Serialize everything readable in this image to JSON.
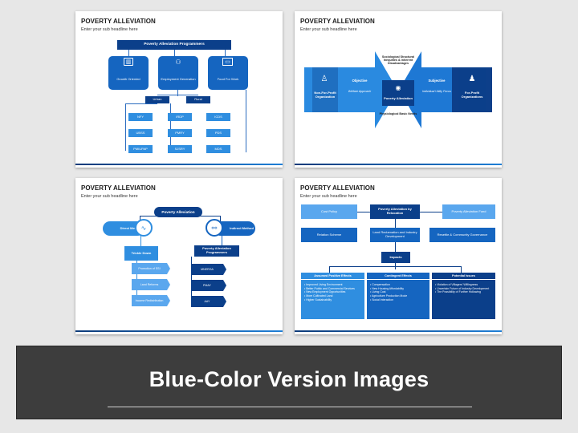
{
  "slides": [
    {
      "title": "POVERTY ALLEVIATION",
      "subtitle": "Enter your sub headline here",
      "top": "Poverty Alleviation Programmers",
      "cats": [
        "Growth Oriented",
        "Employment Generation",
        "Food For Work"
      ],
      "urban": "Urban",
      "rural": "Rural",
      "col1": [
        "NFY",
        "UBSS",
        "PMIUPAP"
      ],
      "col2": [
        "IRDP",
        "PMRY",
        "SJSRY"
      ],
      "col3": [
        "ICDS",
        "PDS",
        "MDS"
      ]
    },
    {
      "title": "POVERTY ALLEVIATION",
      "subtitle": "Enter your sub headline here",
      "sociological": "Sociological Structural Inequities & Inherent Disadvantages",
      "left_org": "Non-For-Profit Organization",
      "objective": "Objective",
      "objective_sub": "Welfare Approach",
      "center": "Poverty Alleviation",
      "subjective": "Subjective",
      "subjective_sub": "Individual Utility Focus",
      "right_org": "For-Profit Organizations",
      "physiological": "Physiological Basic Needs"
    },
    {
      "title": "POVERTY ALLEVIATION",
      "subtitle": "Enter your sub headline here",
      "center": "Poverty Alleviation",
      "direct": "Direct Method",
      "indirect": "Indirect Method",
      "trickle": "Trickle Down",
      "left_items": [
        "Promotion of SSI",
        "Land Reforms",
        "Income Redistribution"
      ],
      "programmers": "Poverty Alleviation Programmers",
      "right_items": [
        "MNERGA",
        "PMAY",
        "AAY"
      ]
    },
    {
      "title": "POVERTY ALLEVIATION",
      "subtitle": "Enter your sub headline here",
      "cost_policy": "Cost Policy",
      "center": "Poverty Alleviation by Relocation",
      "fund": "Poverty Alleviation Fund",
      "row2": [
        "Relation Scheme",
        "Land Reclamation and Industry Development",
        "Resettle & Community Governance"
      ],
      "impacts": "Impacts",
      "col_heads": [
        "Assumed Positive Effects",
        "Contingent Effects",
        "Potential Issues"
      ],
      "col1_items": [
        "Improved Living Environment",
        "Better Public and Commercial Services",
        "New Employment Opportunities",
        "More Cultivated Land",
        "Higher Sustainability"
      ],
      "col2_items": [
        "Compensation",
        "New Housing Affordability",
        "Living Cost",
        "Agriculture Production Mode",
        "Social Interaction"
      ],
      "col3_items": [
        "Violation of Villagers' Willingness",
        "Uncertain Future of Industry Development",
        "The Possibility of Further Hollowing"
      ]
    }
  ],
  "banner": "Blue-Color Version Images",
  "colors": {
    "dark_blue": "#0b3f8a",
    "mid_blue": "#1565c0",
    "light_blue": "#2f8ee0",
    "banner_bg": "#3d3d3d"
  }
}
